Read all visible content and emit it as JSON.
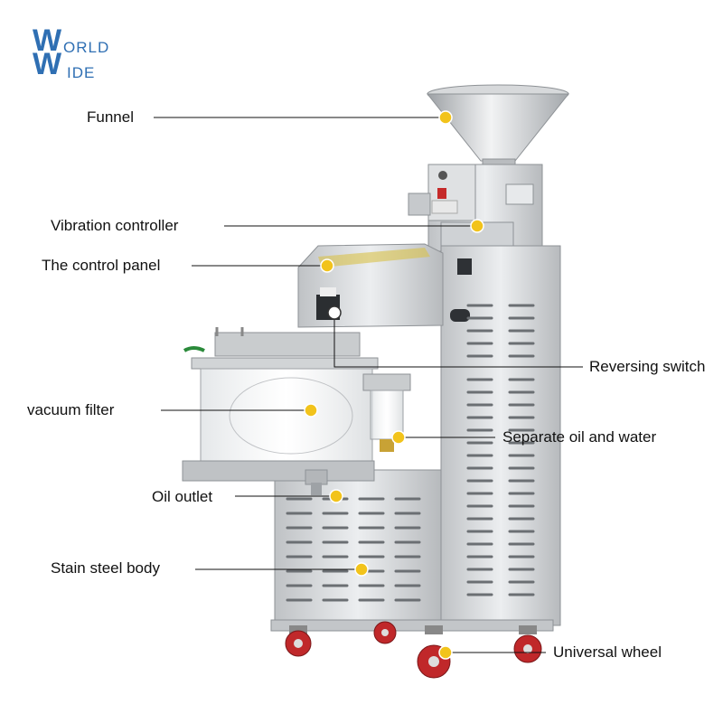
{
  "logo": {
    "line1_initial": "W",
    "line1_rest": "ORLD",
    "line2_initial": "W",
    "line2_rest": "IDE",
    "color": "#2f6fb3"
  },
  "callouts": {
    "funnel": "Funnel",
    "vibration_controller": "Vibration controller",
    "control_panel": "The control panel",
    "reversing_switch": "Reversing switch",
    "vacuum_filter": "vacuum filter",
    "separate_oil_water": "Separate oil and water",
    "oil_outlet": "Oil outlet",
    "stain_steel_body": "Stain steel body",
    "universal_wheel": "Universal wheel"
  },
  "colors": {
    "marker": "#f2c31b",
    "steel_light": "#e4e6e8",
    "steel_mid": "#c4c7ca",
    "steel_dark": "#8e9296",
    "wheel_red": "#c0282a"
  }
}
